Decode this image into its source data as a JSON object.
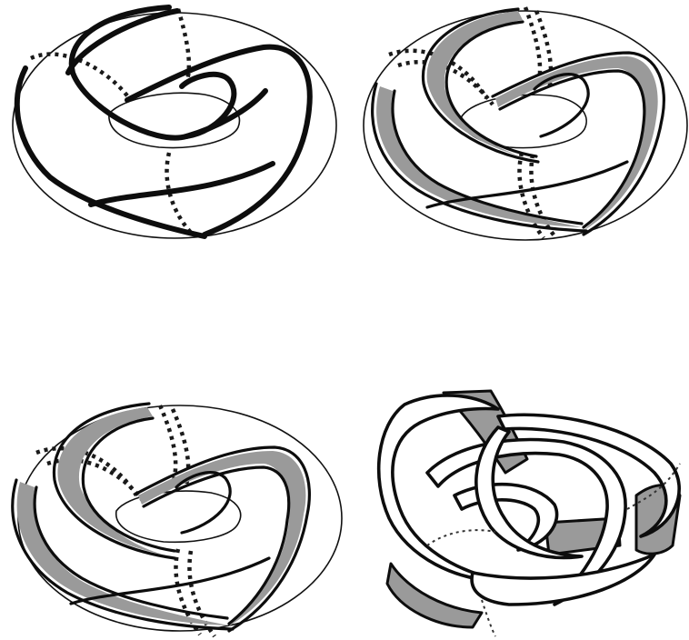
{
  "figure": {
    "panels": [
      {
        "id": "top-left",
        "description_shape": "torus-with-knot-curve"
      },
      {
        "id": "top-right",
        "description_shape": "torus-with-shaded-band"
      },
      {
        "id": "bottom-left",
        "description_shape": "torus-with-shaded-band"
      },
      {
        "id": "bottom-right",
        "description_shape": "knotted-ribbon-surface"
      }
    ],
    "colors": {
      "stroke": "#0d0d0d",
      "band_fill": "#9a9a9a",
      "background": "#ffffff"
    }
  }
}
